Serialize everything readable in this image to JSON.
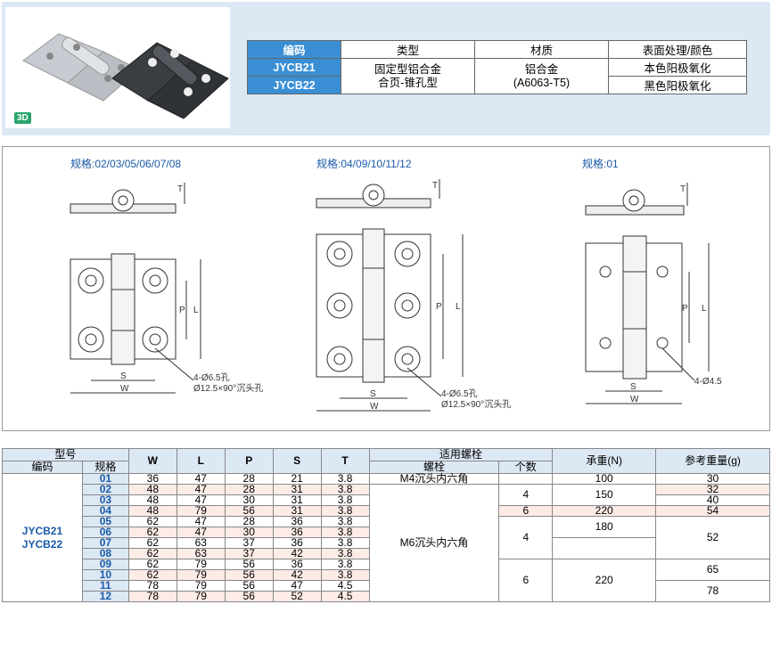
{
  "header": {
    "badge_3d": "3D",
    "columns": [
      "编码",
      "类型",
      "材质",
      "表面处理/颜色"
    ],
    "codes": [
      "JYCB21",
      "JYCB22"
    ],
    "type_text": [
      "固定型铝合金",
      "合页-锥孔型"
    ],
    "material_text": [
      "铝合金",
      "(A6063-T5)"
    ],
    "finishes": [
      "本色阳极氧化",
      "黑色阳极氧化"
    ]
  },
  "drawings": {
    "label_a": "规格:02/03/05/06/07/08",
    "label_b": "规格:04/09/10/11/12",
    "label_c": "规格:01",
    "dim_T": "T",
    "dim_P": "P",
    "dim_L": "L",
    "dim_S": "S",
    "dim_W": "W",
    "hole_a1": "4-Ø6.5孔",
    "hole_a2": "Ø12.5×90°沉头孔",
    "hole_b1": "4-Ø6.5孔",
    "hole_b2": "Ø12.5×90°沉头孔",
    "hole_c": "4-Ø4.5"
  },
  "table": {
    "h_model": "型号",
    "h_code": "编码",
    "h_spec": "规格",
    "h_W": "W",
    "h_L": "L",
    "h_P": "P",
    "h_S": "S",
    "h_T": "T",
    "h_screw": "适用螺栓",
    "h_bolt": "螺栓",
    "h_count": "个数",
    "h_load": "承重(N)",
    "h_weight": "参考重量(g)",
    "codes": [
      "JYCB21",
      "JYCB22"
    ],
    "rows": [
      {
        "spec": "01",
        "W": "36",
        "L": "47",
        "P": "28",
        "S": "21",
        "T": "3.8"
      },
      {
        "spec": "02",
        "W": "48",
        "L": "47",
        "P": "28",
        "S": "31",
        "T": "3.8"
      },
      {
        "spec": "03",
        "W": "48",
        "L": "47",
        "P": "30",
        "S": "31",
        "T": "3.8"
      },
      {
        "spec": "04",
        "W": "48",
        "L": "79",
        "P": "56",
        "S": "31",
        "T": "3.8"
      },
      {
        "spec": "05",
        "W": "62",
        "L": "47",
        "P": "28",
        "S": "36",
        "T": "3.8"
      },
      {
        "spec": "06",
        "W": "62",
        "L": "47",
        "P": "30",
        "S": "36",
        "T": "3.8"
      },
      {
        "spec": "07",
        "W": "62",
        "L": "63",
        "P": "37",
        "S": "36",
        "T": "3.8"
      },
      {
        "spec": "08",
        "W": "62",
        "L": "63",
        "P": "37",
        "S": "42",
        "T": "3.8"
      },
      {
        "spec": "09",
        "W": "62",
        "L": "79",
        "P": "56",
        "S": "36",
        "T": "3.8"
      },
      {
        "spec": "10",
        "W": "62",
        "L": "79",
        "P": "56",
        "S": "42",
        "T": "3.8"
      },
      {
        "spec": "11",
        "W": "78",
        "L": "79",
        "P": "56",
        "S": "47",
        "T": "4.5"
      },
      {
        "spec": "12",
        "W": "78",
        "L": "79",
        "P": "56",
        "S": "52",
        "T": "4.5"
      }
    ],
    "bolt_m4": "M4沉头内六角",
    "bolt_m6": "M6沉头内六角",
    "count_4a": "4",
    "count_6a": "6",
    "count_4b": "4",
    "count_6b": "6",
    "load_100": "100",
    "load_150": "150",
    "load_220a": "220",
    "load_180": "180",
    "load_220b": "220",
    "wt_30": "30",
    "wt_32": "32",
    "wt_40": "40",
    "wt_54": "54",
    "wt_52": "52",
    "wt_65": "65",
    "wt_78": "78"
  }
}
